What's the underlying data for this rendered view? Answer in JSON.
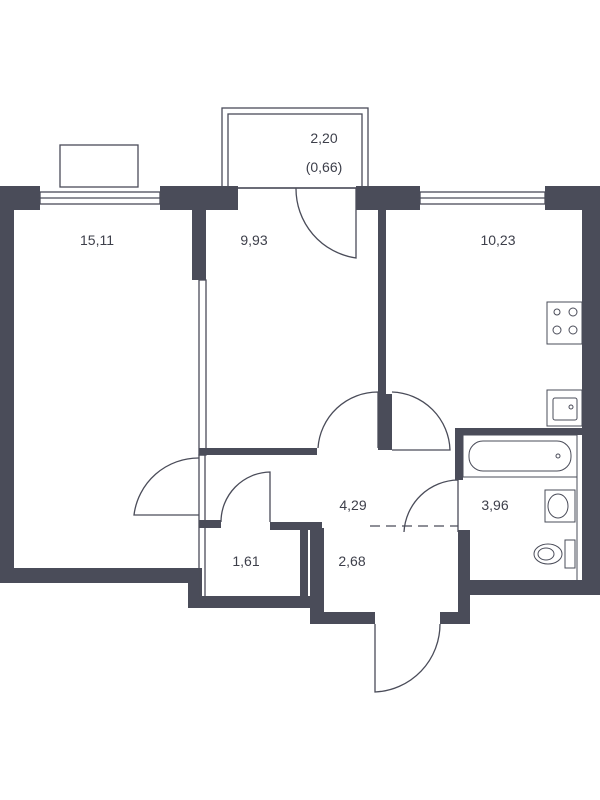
{
  "rooms": {
    "room_large": {
      "area": "15,11"
    },
    "room_middle": {
      "area": "9,93"
    },
    "balcony": {
      "area": "2,20",
      "area_reduced": "(0,66)"
    },
    "room_kitchen": {
      "area": "10,23"
    },
    "hallway": {
      "area": "4,29"
    },
    "bathroom": {
      "area": "3,96"
    },
    "closet": {
      "area": "1,61"
    },
    "entrance": {
      "area": "2,68"
    }
  },
  "colors": {
    "wall": "#4a4c59",
    "text": "#3d3f4a",
    "background": "#ffffff"
  }
}
